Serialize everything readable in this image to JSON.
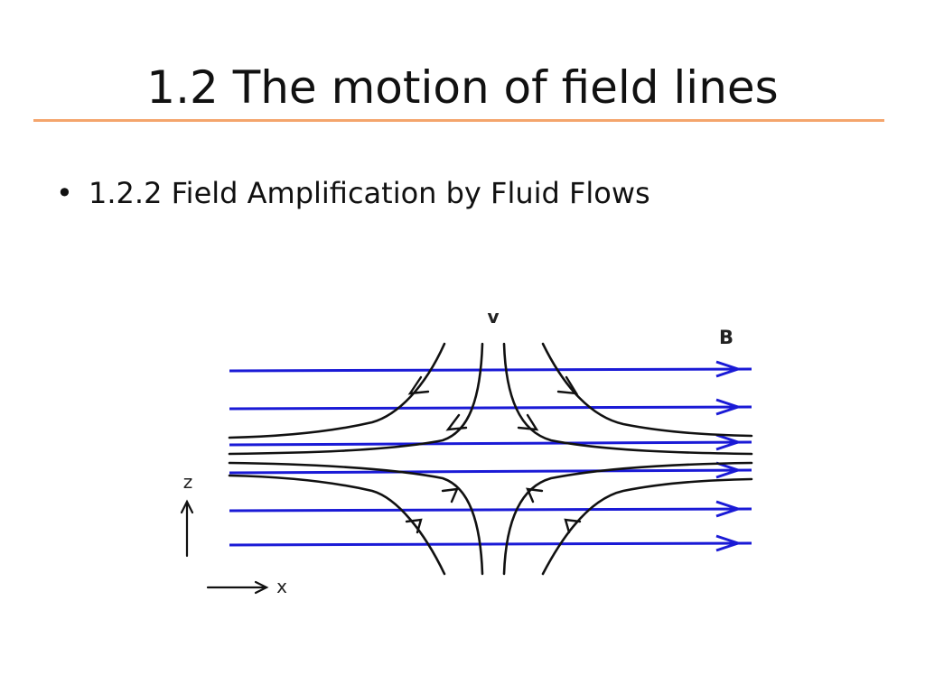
{
  "slide": {
    "title": "1.2 The motion of field lines",
    "bullets": [
      "1.2.2 Field Amplification by Fluid Flows"
    ],
    "bullet_symbol": "•",
    "accent_color": "#F4A56C"
  },
  "diagram": {
    "labels": {
      "velocity": "v",
      "field": "B",
      "z_axis": "z",
      "x_axis": "x"
    },
    "field_line_color": "#1A1AD6",
    "flow_line_color": "#111111"
  }
}
